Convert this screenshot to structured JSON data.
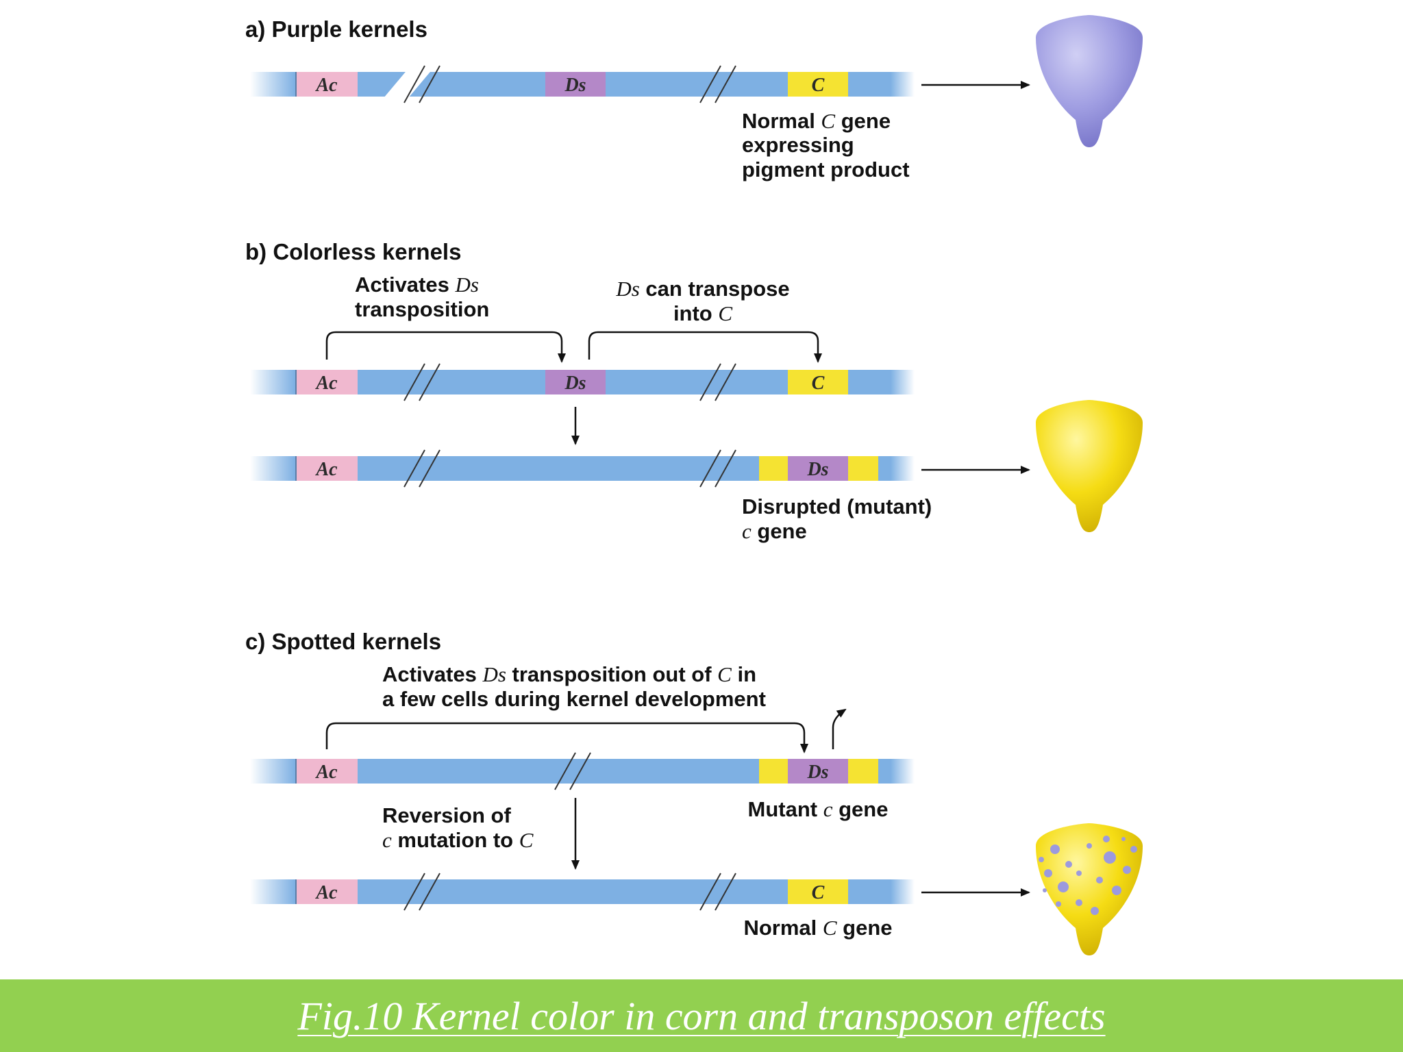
{
  "colors": {
    "chromosome": "#7eb0e3",
    "ac": "#f0b8cf",
    "ds": "#b488c8",
    "c_gene": "#f5e332",
    "kernel_purple": "#9c9ade",
    "kernel_yellow": "#f2d80a",
    "caption_bar": "#92d050"
  },
  "panels": {
    "a": {
      "title": "a) Purple kernels",
      "seg_ac": "Ac",
      "seg_ds": "Ds",
      "seg_c": "C",
      "note": {
        "line1_pre": "Normal ",
        "line1_it": "C",
        "line1_post": " gene",
        "line2": "expressing",
        "line3": "pigment product"
      },
      "kernel": "purple kernel"
    },
    "b": {
      "title": "b) Colorless kernels",
      "activates": {
        "line1_pre": "Activates ",
        "line1_it": "Ds",
        "line2": "transposition"
      },
      "transpose": {
        "line1_it": "Ds",
        "line1_post": " can transpose",
        "line2_pre": "into ",
        "line2_it": "C"
      },
      "row1": {
        "seg_ac": "Ac",
        "seg_ds": "Ds",
        "seg_c": "C"
      },
      "row2": {
        "seg_ac": "Ac",
        "seg_ds": "Ds"
      },
      "note": {
        "line1": "Disrupted (mutant)",
        "line2_it": "c",
        "line2_post": " gene"
      },
      "kernel": "colorless kernel"
    },
    "c": {
      "title": "c) Spotted kernels",
      "activates": {
        "line1_pre": "Activates ",
        "line1_it": "Ds",
        "line1_mid": " transposition out of ",
        "line1_it2": "C",
        "line1_post": " in",
        "line2": "a few cells during kernel development"
      },
      "row1": {
        "seg_ac": "Ac",
        "seg_ds": "Ds"
      },
      "mutant": {
        "pre": "Mutant ",
        "it": "c",
        "post": " gene"
      },
      "reversion": {
        "line1": "Reversion of",
        "line2_it": "c",
        "line2_mid": " mutation to ",
        "line2_it2": "C"
      },
      "row2": {
        "seg_ac": "Ac",
        "seg_c": "C"
      },
      "normal": {
        "pre": "Normal ",
        "it": "C",
        "post": " gene"
      },
      "kernel": "spotted kernel"
    }
  },
  "caption": "Fig.10  Kernel color in corn and transposon effects"
}
